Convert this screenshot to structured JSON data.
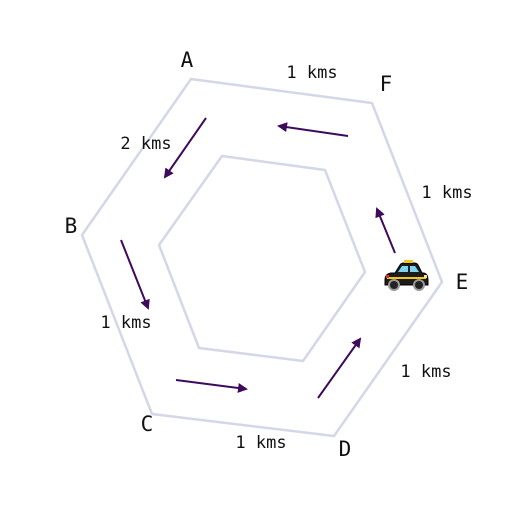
{
  "colors": {
    "track": "#d3d7e8",
    "arrow": "#3d0a5c",
    "text": "#111111"
  },
  "vertices": [
    {
      "id": "A",
      "label": "A"
    },
    {
      "id": "B",
      "label": "B"
    },
    {
      "id": "C",
      "label": "C"
    },
    {
      "id": "D",
      "label": "D"
    },
    {
      "id": "E",
      "label": "E"
    },
    {
      "id": "F",
      "label": "F"
    }
  ],
  "edges": [
    {
      "from": "F",
      "to": "A",
      "distance": "1 kms"
    },
    {
      "from": "A",
      "to": "B",
      "distance": "2 kms"
    },
    {
      "from": "B",
      "to": "C",
      "distance": "1 kms"
    },
    {
      "from": "C",
      "to": "D",
      "distance": "1 kms"
    },
    {
      "from": "D",
      "to": "E",
      "distance": "1 kms"
    },
    {
      "from": "E",
      "to": "F",
      "distance": "1 kms"
    }
  ],
  "vehicle": {
    "icon": "taxi-icon",
    "glyph": "🚖",
    "location": "E"
  }
}
